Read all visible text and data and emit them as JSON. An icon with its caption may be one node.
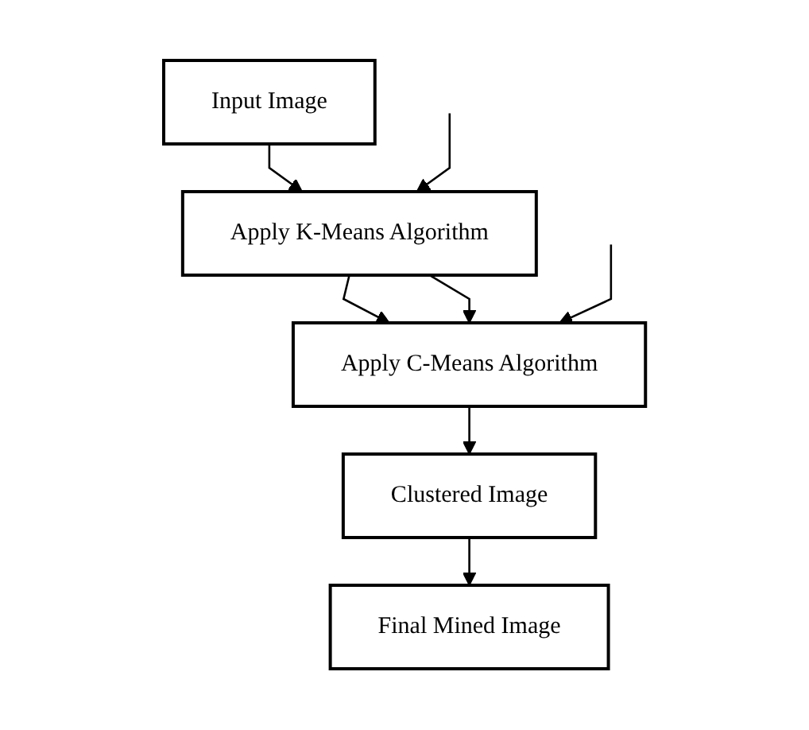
{
  "diagram": {
    "nodes": [
      {
        "text": [
          "Input Image"
        ]
      },
      {
        "text": [
          "Apply K-Means Algorithm"
        ]
      },
      {
        "text": [
          "Apply C-Means Algorithm"
        ]
      },
      {
        "text": [
          "Clustered Image"
        ]
      },
      {
        "text": [
          "Final Mined Image"
        ]
      }
    ],
    "edges": [
      {
        "from": 0,
        "to": 1,
        "arrow": "to"
      },
      {
        "from": 1,
        "to": 2,
        "arrow": "to"
      },
      {
        "from": 2,
        "to": 3,
        "arrow": "to"
      },
      {
        "from": 3,
        "to": 4,
        "arrow": "to"
      },
      {
        "from": 1,
        "to": 2,
        "arrow": "to"
      },
      {
        "from": null,
        "to": 1,
        "arrow": "to"
      },
      {
        "from": null,
        "to": 2,
        "arrow": "to"
      }
    ]
  }
}
